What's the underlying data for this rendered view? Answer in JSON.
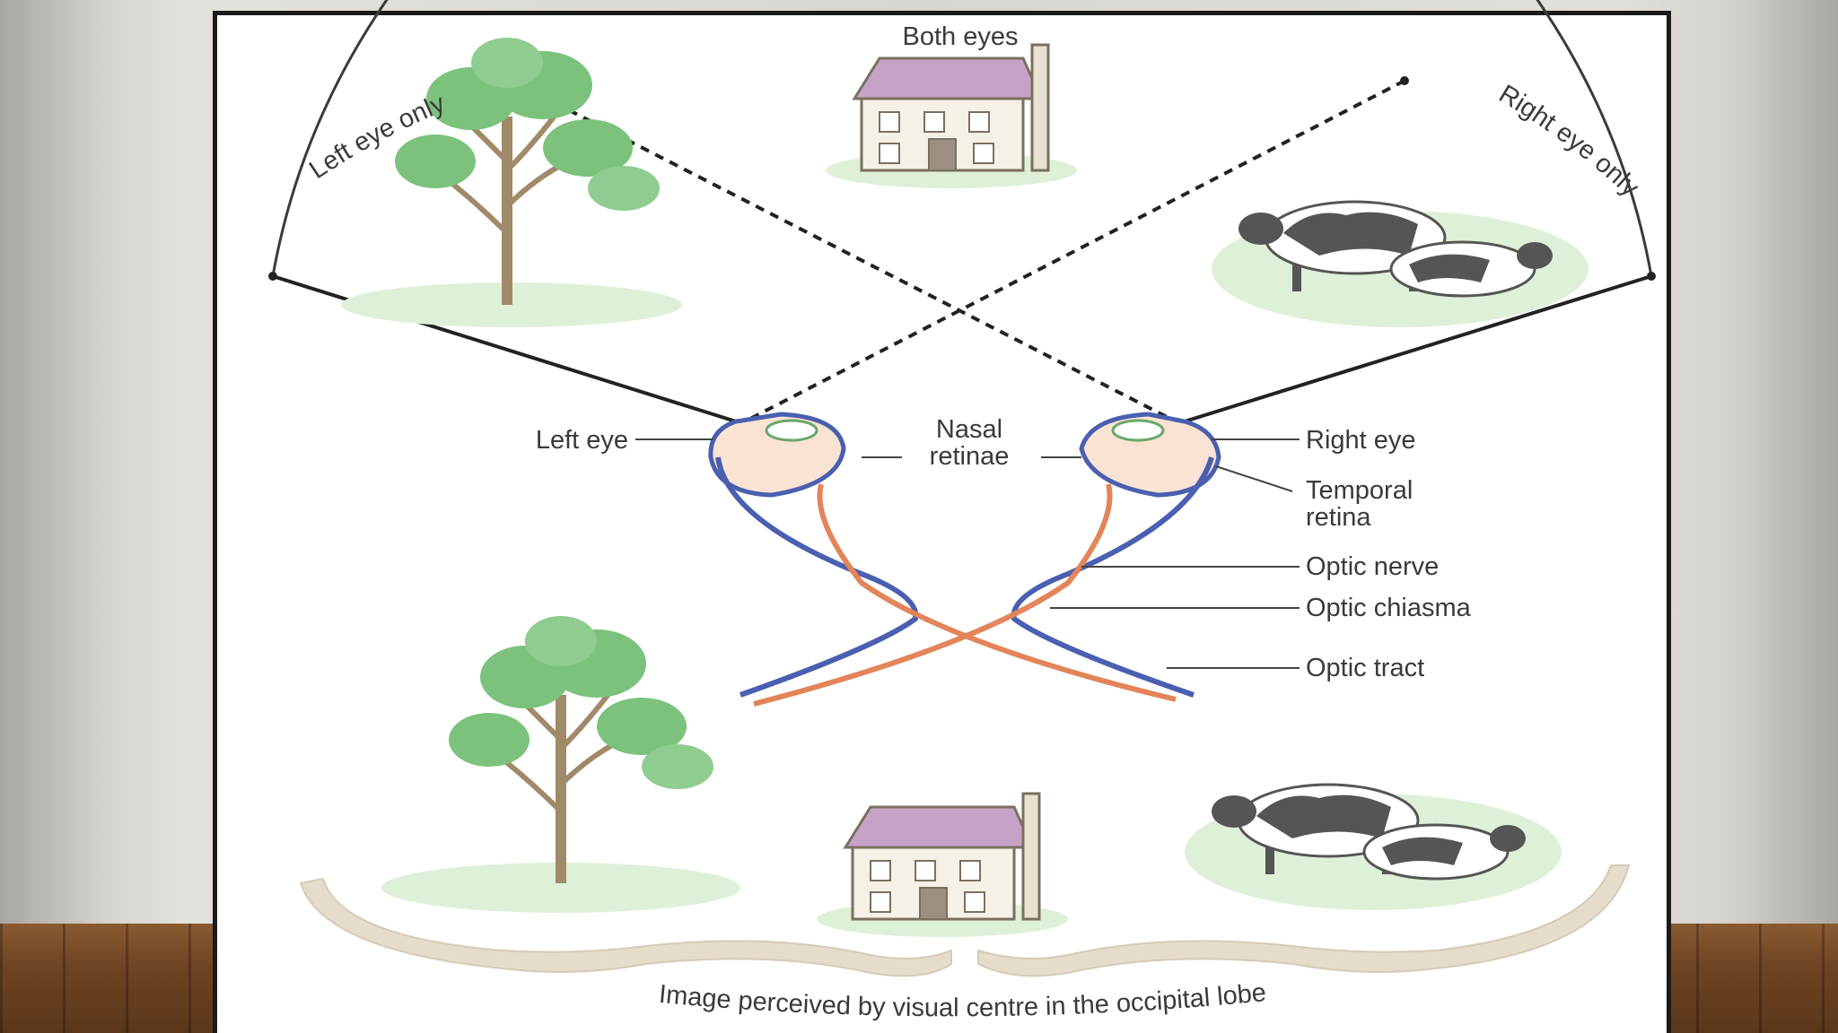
{
  "labels": {
    "both_eyes": "Both eyes",
    "left_eye_only": "Left eye only",
    "right_eye_only": "Right eye only",
    "left_eye": "Left eye",
    "nasal_retinae_line1": "Nasal",
    "nasal_retinae_line2": "retinae",
    "right_eye": "Right eye",
    "temporal_retina_line1": "Temporal",
    "temporal_retina_line2": "retina",
    "optic_nerve": "Optic nerve",
    "optic_chiasma": "Optic chiasma",
    "optic_tract": "Optic tract",
    "caption": "Image perceived by visual centre in the occipital lobe"
  },
  "colors": {
    "nasal_pathway": "#e3845a",
    "temporal_pathway": "#4a5fb0",
    "retina_fill": "#fbe3d4",
    "foliage": "#7cc27c",
    "ground": "#dff0d8",
    "roof": "#c7a2c7",
    "cortex": "#e5dccb"
  }
}
